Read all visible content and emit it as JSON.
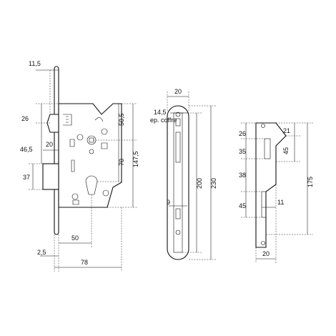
{
  "dimensions": {
    "lock_body": {
      "forend_offset": "11,5",
      "latch_top": "26",
      "backset_ref": "20",
      "latch_to_bolt": "46,5",
      "bolt_height": "37",
      "backset": "50",
      "forend_thickness": "2,5",
      "case_depth": "78",
      "upper_spacing": "50,5",
      "center_distance": "70",
      "case_height": "147,5"
    },
    "forend": {
      "width": "20",
      "case_thickness": "14,5",
      "case_thickness_note": "ep. coffre",
      "slot_width": "9",
      "inner_length": "200",
      "total_length": "230"
    },
    "strike_plate": {
      "top_offset": "26",
      "top_offset_right": "21",
      "opening_1": "35",
      "spacing_right": "45",
      "gap": "38",
      "opening_2": "45",
      "slot_width": "11",
      "total_length": "175",
      "width": "20"
    }
  }
}
